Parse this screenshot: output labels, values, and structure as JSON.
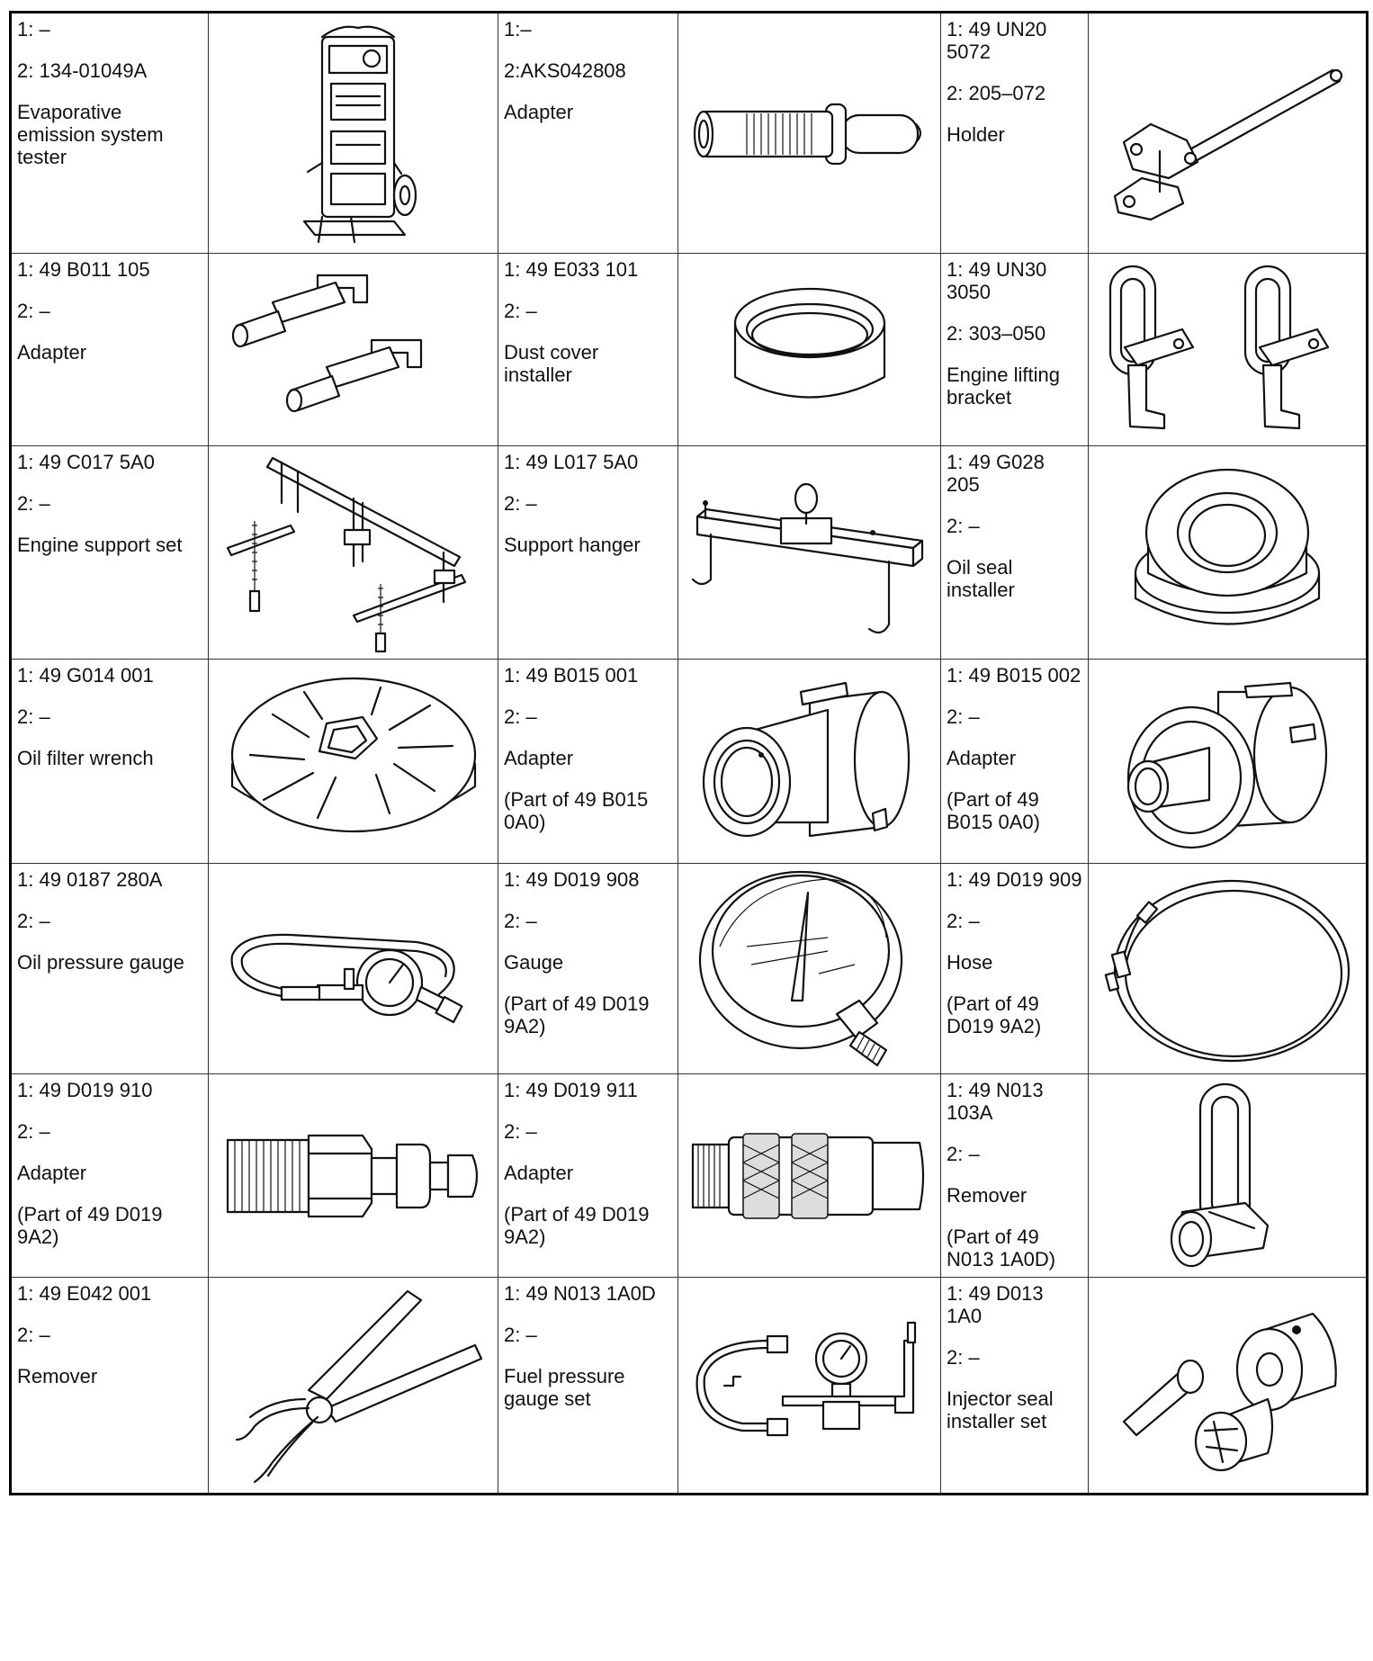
{
  "table": {
    "rows": [
      [
        {
          "lines": [
            "1: –",
            "2: 134-01049A",
            "Evaporative emission system tester"
          ],
          "icon": "evaporative-emission-tester-icon"
        },
        {
          "lines": [
            "1:–",
            "2:AKS042808",
            "Adapter"
          ],
          "icon": "threaded-adapter-icon"
        },
        {
          "lines": [
            "1: 49 UN20 5072",
            "2: 205–072",
            "Holder"
          ],
          "icon": "holder-bar-icon"
        }
      ],
      [
        {
          "lines": [
            "1: 49 B011 105",
            "2: –",
            "Adapter"
          ],
          "icon": "adapter-pair-icon"
        },
        {
          "lines": [
            "1: 49 E033 101",
            "2: –",
            "Dust cover installer"
          ],
          "icon": "dust-cover-installer-icon"
        },
        {
          "lines": [
            "1: 49 UN30 3050",
            "2: 303–050",
            "Engine lifting bracket"
          ],
          "icon": "engine-lifting-bracket-icon"
        }
      ],
      [
        {
          "lines": [
            "1: 49 C017 5A0",
            "2: –",
            "Engine support set"
          ],
          "icon": "engine-support-set-icon"
        },
        {
          "lines": [
            "1: 49 L017 5A0",
            "2: –",
            "Support hanger"
          ],
          "icon": "support-hanger-icon"
        },
        {
          "lines": [
            "1: 49 G028 205",
            "2: –",
            "Oil seal installer"
          ],
          "icon": "oil-seal-installer-icon"
        }
      ],
      [
        {
          "lines": [
            "1: 49 G014 001",
            "2: –",
            "Oil filter wrench"
          ],
          "icon": "oil-filter-wrench-icon"
        },
        {
          "lines": [
            "1: 49 B015 001",
            "2: –",
            "Adapter",
            "(Part of 49 B015 0A0)"
          ],
          "icon": "sleeve-adapter-icon"
        },
        {
          "lines": [
            "1: 49 B015 002",
            "2: –",
            "Adapter",
            "(Part of 49 B015 0A0)"
          ],
          "icon": "sleeve-adapter-icon"
        }
      ],
      [
        {
          "lines": [
            "1: 49 0187 280A",
            "2: –",
            "Oil pressure gauge"
          ],
          "icon": "oil-pressure-gauge-icon"
        },
        {
          "lines": [
            "1: 49 D019 908",
            "2: –",
            "Gauge",
            "(Part of 49 D019 9A2)"
          ],
          "icon": "pressure-gauge-dial-icon"
        },
        {
          "lines": [
            "1: 49 D019 909",
            "2: –",
            "Hose",
            "(Part of 49 D019 9A2)"
          ],
          "icon": "coiled-hose-icon"
        }
      ],
      [
        {
          "lines": [
            "1: 49 D019 910",
            "2: –",
            "Adapter",
            "(Part of 49 D019 9A2)"
          ],
          "icon": "threaded-nipple-adapter-icon"
        },
        {
          "lines": [
            "1: 49 D019 911",
            "2: –",
            "Adapter",
            "(Part of 49 D019 9A2)"
          ],
          "icon": "quick-coupler-adapter-icon"
        },
        {
          "lines": [
            "1: 49 N013 103A",
            "2: –",
            "Remover",
            "(Part of 49 N013 1A0D)"
          ],
          "icon": "remover-tool-icon"
        }
      ],
      [
        {
          "lines": [
            "1: 49 E042 001",
            "2: –",
            "Remover"
          ],
          "icon": "pliers-remover-icon"
        },
        {
          "lines": [
            "1: 49 N013 1A0D",
            "2: –",
            "Fuel pressure gauge set"
          ],
          "icon": "fuel-pressure-gauge-set-icon"
        },
        {
          "lines": [
            "1: 49 D013 1A0",
            "2: –",
            "Injector seal installer set"
          ],
          "icon": "injector-seal-installer-set-icon"
        }
      ]
    ]
  }
}
